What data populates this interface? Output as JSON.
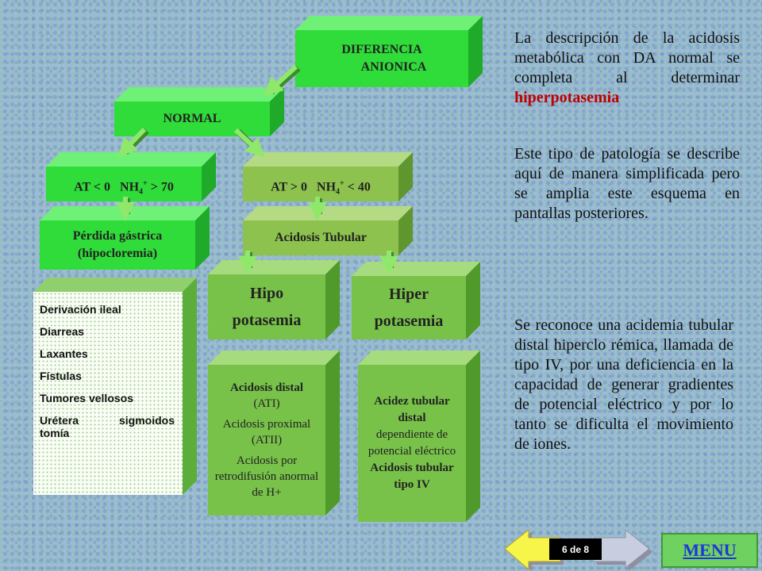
{
  "diagram": {
    "diferencia_line1": "DIFERENCIA",
    "diferencia_line2": "ANIONICA",
    "normal": "NORMAL",
    "at_left_a": "AT < 0   NH",
    "at_left_sub": "4",
    "at_left_sup": "+",
    "at_left_b": " > 70",
    "at_right_a": "AT > 0   NH",
    "at_right_sub": "4",
    "at_right_sup": "+",
    "at_right_b": " < 40",
    "perdida_line1": "Pérdida gástrica",
    "perdida_line2": "(hipocloremia)",
    "acidosis_tubular": "Acidosis Tubular",
    "hipo_line1": "Hipo",
    "hipo_line2": "potasemia",
    "hiper_line1": "Hiper",
    "hiper_line2": "potasemia",
    "causes": [
      "Derivación ileal",
      "Diarreas",
      "Laxantes",
      "Fístulas",
      "Tumores vellosos"
    ],
    "causes_last_a": "Urétera",
    "causes_last_b": "sigmoidos",
    "causes_last_c": "tomía",
    "hipo_detail_1a": "Acidosis distal",
    "hipo_detail_1b": "(ATI)",
    "hipo_detail_2": "Acidosis proximal (ATII)",
    "hipo_detail_3": "Acidosis por retrodifusión anormal de H+",
    "hiper_detail_1": "Acidez tubular distal",
    "hiper_detail_2": "dependiente de potencial eléctrico",
    "hiper_detail_3": "Acidosis tubular tipo IV"
  },
  "text": {
    "p1": "La descripción de la acidosis metabólica con DA normal se completa al determinar",
    "p1_highlight": "hiperpotasemia",
    "p2": "Este tipo de patología se describe aquí  de manera simplificada pero se amplia este esquema en pantallas posteriores.",
    "p3": "Se reconoce una acidemia tubular distal hiperclo rémica, llamada de tipo IV, por una deficiencia en la capacidad de generar gradientes de potencial eléctrico y por lo tanto se dificulta el movimiento de iones."
  },
  "nav": {
    "page_indicator": "6 de 8",
    "menu_label": "MENU"
  },
  "colors": {
    "bright_green": "#2fdc3a",
    "mid_green": "#78c24a",
    "highlight_red": "#c00000",
    "menu_text": "#2233dd"
  },
  "icons": {
    "arrow": "green-down-arrow",
    "back": "left-arrow-icon",
    "forward": "right-arrow-icon"
  }
}
